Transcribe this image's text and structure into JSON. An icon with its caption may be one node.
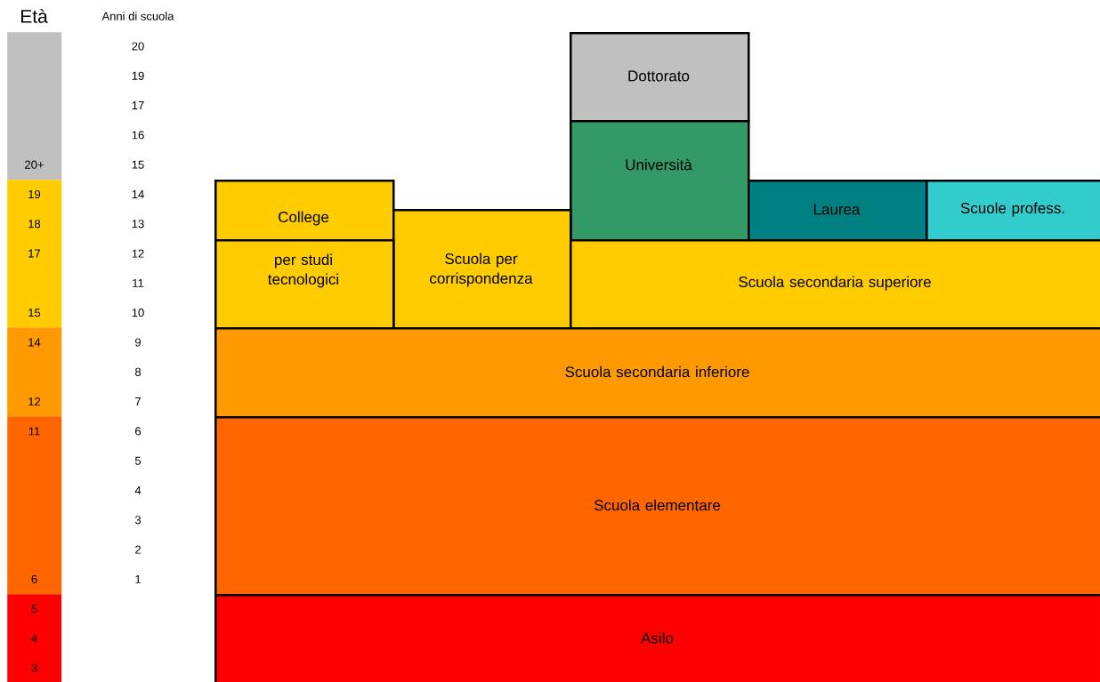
{
  "diagram": {
    "nodes": [
      {
        "text": [
          "20+"
        ]
      },
      {
        "text": [
          "19",
          "18",
          "17",
          "15"
        ]
      },
      {
        "text": [
          "14",
          "12"
        ]
      },
      {
        "text": [
          "11",
          "6"
        ]
      },
      {
        "text": [
          "5",
          "4",
          "3"
        ]
      },
      {
        "text": [
          "Dottorato"
        ]
      },
      {
        "text": [
          "Università"
        ]
      },
      {
        "text": [
          "College"
        ]
      },
      {
        "text": [
          "Laurea"
        ]
      },
      {
        "text": [
          "Scuole profess."
        ]
      },
      {
        "text": [
          "Scuola per corrispondenza"
        ]
      },
      {
        "text": [
          "per studi tecnologici"
        ]
      },
      {
        "text": [
          "Scuola secondaria superiore"
        ]
      },
      {
        "text": [
          "Scuola secondaria inferiore"
        ]
      },
      {
        "text": [
          "Scuola elementare"
        ]
      },
      {
        "text": [
          "Asilo"
        ]
      }
    ],
    "edges": [],
    "labels": [
      "Età",
      "Anni di scuola",
      "20",
      "19",
      "17",
      "16",
      "15",
      "14",
      "13",
      "12",
      "11",
      "10",
      "9",
      "8",
      "7",
      "6",
      "5",
      "4",
      "3",
      "2",
      "1"
    ]
  }
}
